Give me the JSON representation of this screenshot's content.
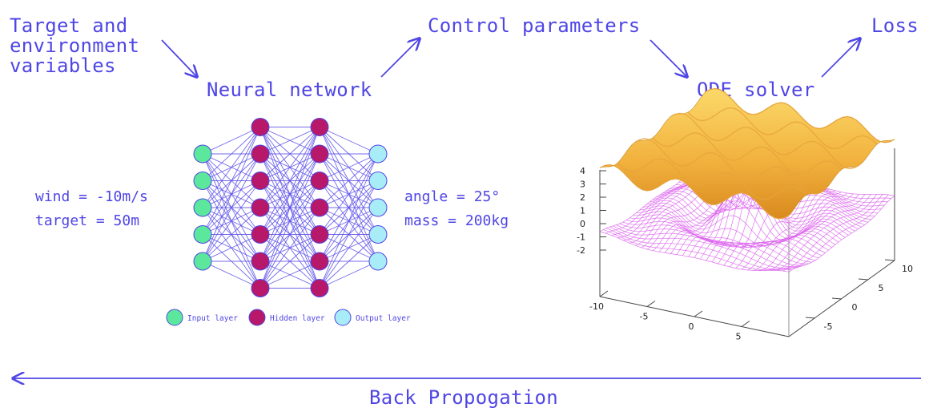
{
  "colors": {
    "ink": "#4f46e5",
    "input_node": "#5ce89c",
    "hidden_node": "#b8186a",
    "output_node": "#a8ecf8",
    "surface_top": "#f2b23e",
    "mesh": "#dd66ee"
  },
  "labels": {
    "target_env": [
      "Target and",
      "environment",
      "variables"
    ],
    "neural_network": "Neural network",
    "control_parameters": "Control parameters",
    "ode_solver": "ODE solver",
    "loss": "Loss",
    "back_propagation": "Back Propogation"
  },
  "inputs": {
    "wind": "wind = -10m/s",
    "target": "target = 50m"
  },
  "outputs": {
    "angle": "angle = 25°",
    "mass": "mass = 200kg"
  },
  "network": {
    "layer_sizes": [
      5,
      7,
      7,
      5
    ],
    "legend": {
      "input": "Input layer",
      "hidden": "Hidden layer",
      "output": "Output layer"
    }
  },
  "plot3d": {
    "z_ticks": [
      "4",
      "3",
      "2",
      "1",
      "0",
      "-1",
      "-2"
    ],
    "x_ticks": [
      "-10",
      "-5",
      "0",
      "5"
    ],
    "y_ticks": [
      "-5",
      "0",
      "5",
      "10"
    ]
  },
  "icons": [
    "arrow-down-right-icon",
    "arrow-up-right-icon",
    "arrow-left-icon"
  ]
}
